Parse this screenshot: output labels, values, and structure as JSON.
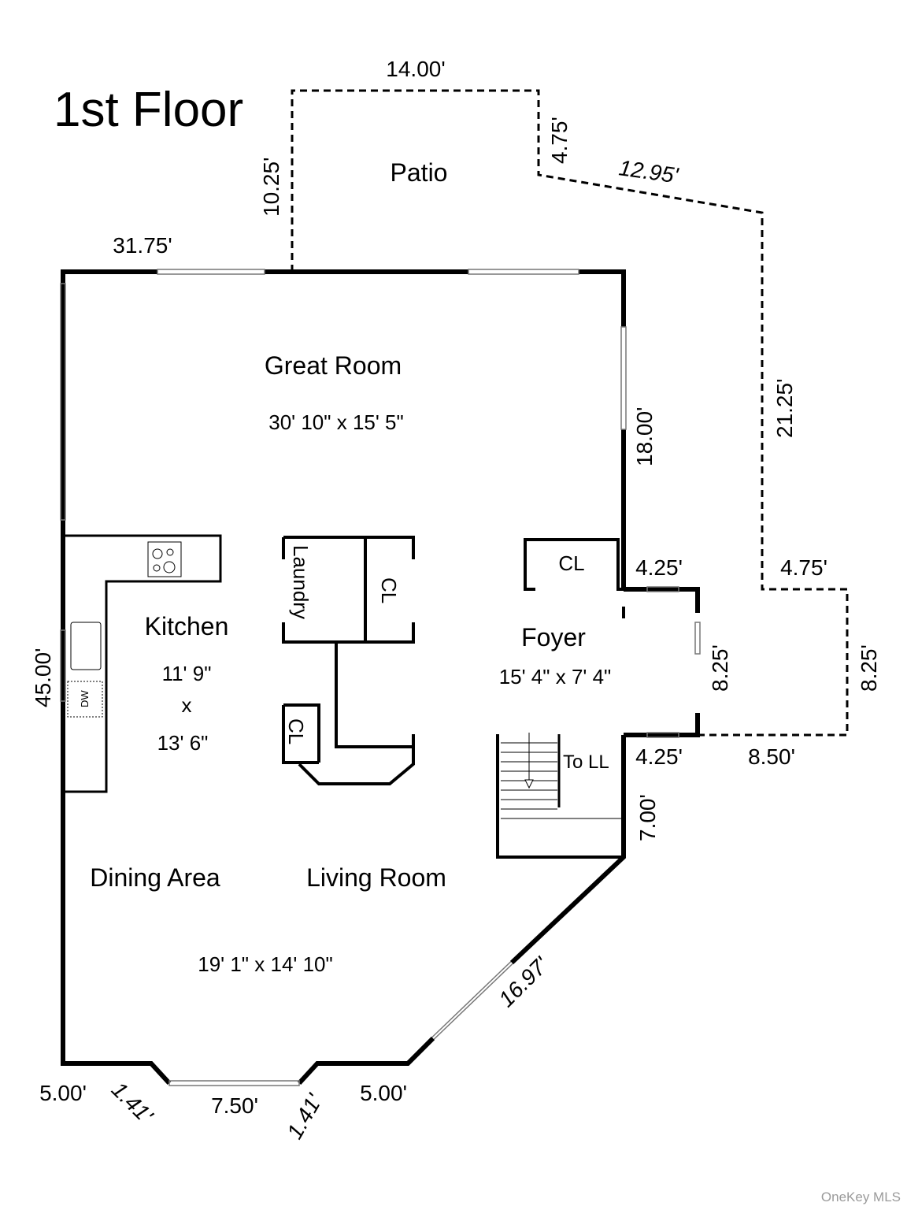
{
  "title": "1st Floor",
  "watermark": "OneKey MLS",
  "rooms": {
    "patio": "Patio",
    "great_room": {
      "name": "Great Room",
      "size": "30' 10\" x 15' 5\""
    },
    "kitchen": {
      "name": "Kitchen",
      "size_w": "11' 9\"",
      "size_x": "x",
      "size_h": "13' 6\""
    },
    "laundry": "Laundry",
    "closet_1": "CL",
    "closet_2": "CL",
    "closet_3": "CL",
    "foyer": {
      "name": "Foyer",
      "size": "15' 4\" x 7' 4\""
    },
    "stairs": "To LL",
    "dining": "Dining Area",
    "living": {
      "name": "Living Room",
      "size": "19' 1\" x 14' 10\""
    },
    "dishwasher": "DW"
  },
  "dimensions": {
    "patio_top": "14.00'",
    "patio_right_short": "4.75'",
    "patio_diag": "12.95'",
    "patio_left": "10.25'",
    "great_top": "31.75'",
    "great_right": "18.00'",
    "ext_right": "21.25'",
    "ext_step": "4.75'",
    "ext_right_lower": "8.25'",
    "foyer_top": "4.25'",
    "foyer_side": "8.25'",
    "foyer_bottom": "4.25'",
    "ext_bottom": "8.50'",
    "stair_side": "7.00'",
    "left_wall": "45.00'",
    "diag_wall": "16.97'",
    "bottom_left": "5.00'",
    "bottom_left_angle": "1.41'",
    "bottom_center": "7.50'",
    "bottom_right_angle": "1.41'",
    "bottom_right": "5.00'"
  }
}
